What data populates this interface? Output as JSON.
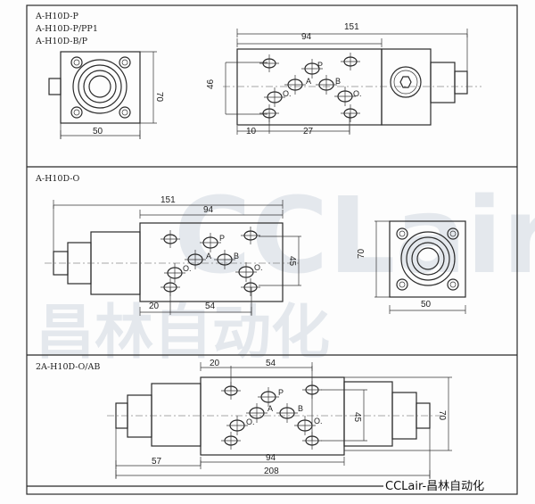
{
  "panels": {
    "top": {
      "models": [
        "A-H10D-P",
        "A-H10D-P/PP1",
        "A-H10D-B/P"
      ],
      "dims": {
        "side_height": "70",
        "side_width": "50",
        "total": "151",
        "body": "94",
        "spacing": "46",
        "offset": "10",
        "pitch": "27"
      }
    },
    "middle": {
      "model": "A-H10D-O",
      "dims": {
        "total": "151",
        "body": "94",
        "spacing": "45",
        "offset": "20",
        "pitch": "54",
        "side_height": "70",
        "side_width": "50"
      }
    },
    "bottom": {
      "model": "2A-H10D-O/AB",
      "dims": {
        "offset": "20",
        "pitch": "54",
        "spacing": "45",
        "height": "70",
        "left": "57",
        "body": "94",
        "total": "208"
      }
    }
  },
  "ports": {
    "p": "P",
    "a": "A",
    "b": "B",
    "o": "O."
  },
  "watermark": {
    "latin": "CCLair",
    "chinese": "昌林自动化"
  },
  "brand_caption": "CCLair-昌林自动化"
}
